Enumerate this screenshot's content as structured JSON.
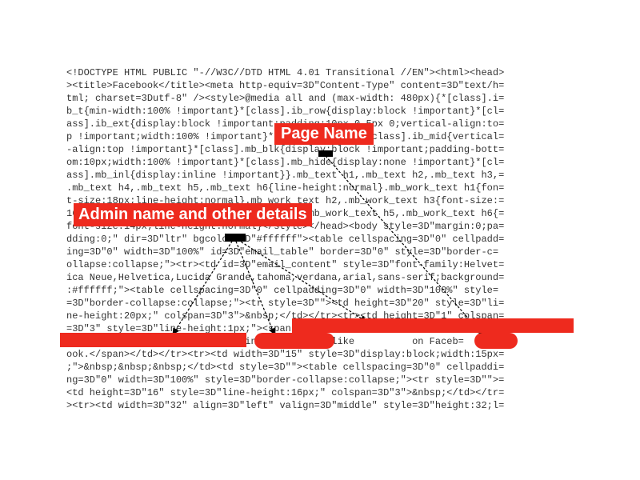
{
  "code_lines": [
    "<!DOCTYPE HTML PUBLIC \"-//W3C//DTD HTML 4.01 Transitional //EN\"><html><head>",
    "><title>Facebook</title><meta http-equiv=3D\"Content-Type\" content=3D\"text/h=",
    "tml; charset=3Dutf-8\" /><style>@media all and (max-width: 480px){*[class].i=",
    "b_t{min-width:100% !important}*[class].ib_row{display:block !important}*[cl=",
    "ass].ib_ext{display:block !important;padding:10px 0 5px 0;vertical-align:to=",
    "p !important;width:100% !important}*[class].mb_img,*[class].ib_mid{vertical=",
    "-align:top !important}*[class].mb_blk{display:block !important;padding-bott=",
    "om:10px;width:100% !important}*[class].mb_hide{display:none !important}*[cl=",
    "ass].mb_inl{display:inline !important}}.mb_text h1,.mb_text h2,.mb_text h3,=",
    ".mb_text h4,.mb_text h5,.mb_text h6{line-height:normal}.mb_work_text h1{fon=",
    "t-size:18px;line-height:normal}.mb_work_text h2,.mb_work_text h3{font-size:=",
    "16px;line-height:normal}.mb_work_text h4,.mb_work_text h5,.mb_work_text h6{=",
    "font-size:14px;line-height:normal}</style></head><body style=3D\"margin:0;pa=",
    "dding:0;\" dir=3D\"ltr\" bgcolor=3D\"#ffffff\"><table cellspacing=3D\"0\" cellpadd=",
    "ing=3D\"0\" width=3D\"100%\" id=3D\"email_table\" border=3D\"0\" style=3D\"border-c=",
    "ollapse:collapse;\"><tr><td id=3D\"email_content\" style=3D\"font-family:Helvet=",
    "ica Neue,Helvetica,Lucida Grande,tahoma,verdana,arial,sans-serif;background=",
    ":#ffffff;\"><table cellspacing=3D\"0\" cellpadding=3D\"0\" width=3D\"100%\" style=",
    "=3D\"border-collapse:collapse;\"><tr style=3D\"\"><td height=3D\"20\" style=3D\"li=",
    "ne-height:20px;\" colspan=3D\"3\">&nbsp;</td></tr><tr><td height=3D\"1\" colspan=",
    "=3D\"3\" style=3D\"line-height:1px;\"><span style=3D\"color:#FFFFFF;font-size:1px;",
    "                               invited you to like          on Faceb=",
    "ook.</span></td></tr><tr><td width=3D\"15\" style=3D\"display:block;width:15px=",
    ";\">&nbsp;&nbsp;&nbsp;</td><td style=3D\"\"><table cellspacing=3D\"0\" cellpaddi=",
    "ng=3D\"0\" width=3D\"100%\" style=3D\"border-collapse:collapse;\"><tr style=3D\"\">=",
    "<td height=3D\"16\" style=3D\"line-height:16px;\" colspan=3D\"3\">&nbsp;</td></tr=",
    "><tr><td width=3D\"32\" align=3D\"left\" valign=3D\"middle\" style=3D\"height:32;l="
  ],
  "callouts": {
    "page_name": "Page Name",
    "admin_details": "Admin name and other details"
  },
  "colors": {
    "redaction": "#ee2a1e",
    "code_text": "#333333",
    "callout_text": "#ffffff",
    "arrow": "#000000"
  }
}
